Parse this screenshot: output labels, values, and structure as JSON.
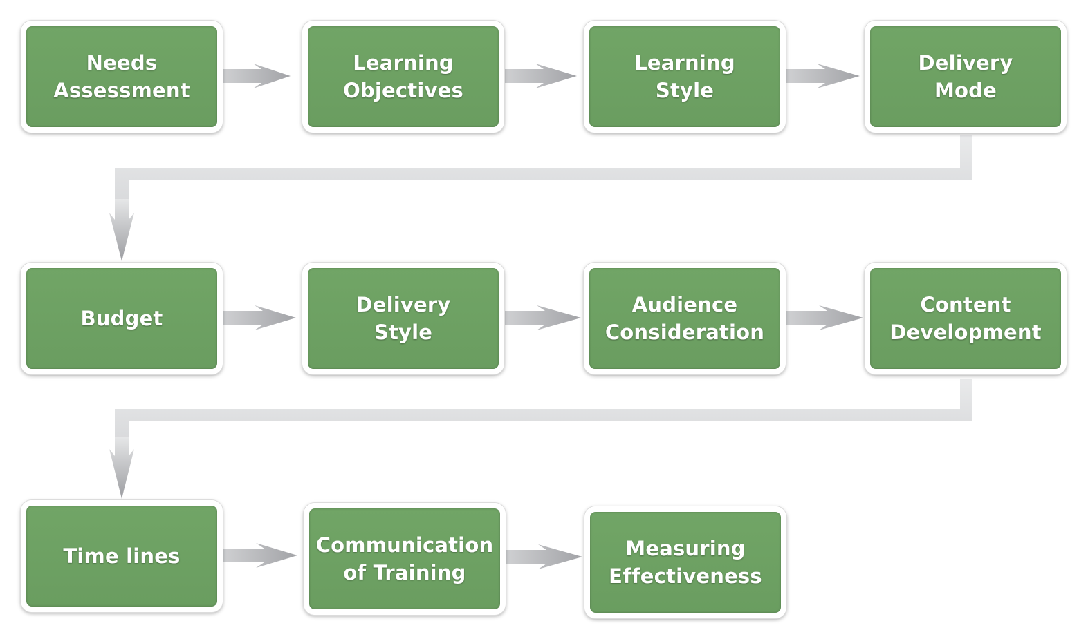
{
  "diagram": {
    "colors": {
      "node_fill": "#6ca262",
      "node_border": "#ffffff",
      "node_text": "#ffffff",
      "arrow": "#a8a9ad",
      "connector": "#e3e4e5"
    },
    "steps": [
      {
        "id": "needs-assessment",
        "label": "Needs\nAssessment"
      },
      {
        "id": "learning-objectives",
        "label": "Learning\nObjectives"
      },
      {
        "id": "learning-style",
        "label": "Learning\nStyle"
      },
      {
        "id": "delivery-mode",
        "label": "Delivery\nMode"
      },
      {
        "id": "budget",
        "label": "Budget"
      },
      {
        "id": "delivery-style",
        "label": "Delivery\nStyle"
      },
      {
        "id": "audience-consideration",
        "label": "Audience\nConsideration"
      },
      {
        "id": "content-development",
        "label": "Content\nDevelopment"
      },
      {
        "id": "time-lines",
        "label": "Time lines"
      },
      {
        "id": "communication-of-training",
        "label": "Communication\nof Training"
      },
      {
        "id": "measuring-effectiveness",
        "label": "Measuring\nEffectiveness"
      }
    ],
    "flow": [
      [
        "needs-assessment",
        "learning-objectives"
      ],
      [
        "learning-objectives",
        "learning-style"
      ],
      [
        "learning-style",
        "delivery-mode"
      ],
      [
        "delivery-mode",
        "budget"
      ],
      [
        "budget",
        "delivery-style"
      ],
      [
        "delivery-style",
        "audience-consideration"
      ],
      [
        "audience-consideration",
        "content-development"
      ],
      [
        "content-development",
        "time-lines"
      ],
      [
        "time-lines",
        "communication-of-training"
      ],
      [
        "communication-of-training",
        "measuring-effectiveness"
      ]
    ]
  }
}
